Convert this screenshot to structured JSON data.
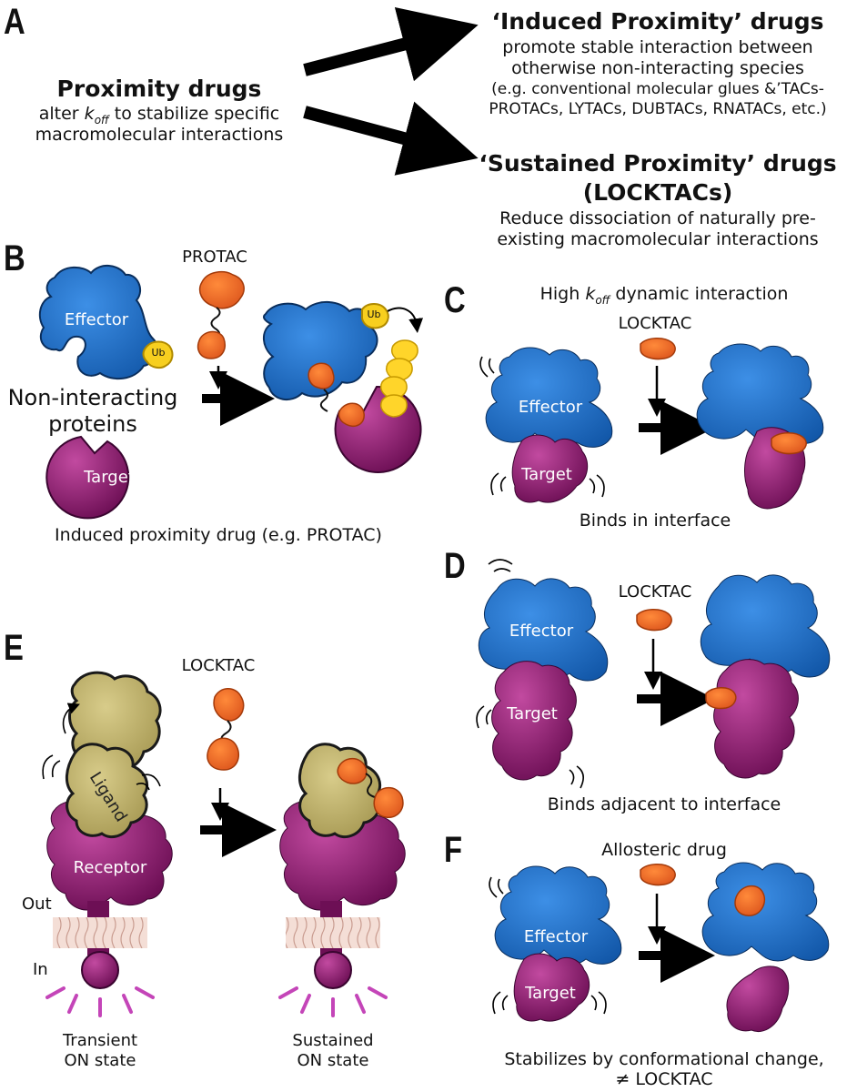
{
  "panels": {
    "a": "A",
    "b": "B",
    "c": "C",
    "d": "D",
    "e": "E",
    "f": "F"
  },
  "panel_a": {
    "left_title": "Proximity drugs",
    "left_sub_1a": "alter ",
    "left_sub_k": "k",
    "left_sub_off": "off",
    "left_sub_1b": " to stabilize specific",
    "left_sub_2": "macromolecular interactions",
    "top_title": "‘Induced Proximity’ drugs",
    "top_sub_1": "promote stable interaction between",
    "top_sub_2": "otherwise non-interacting species",
    "top_sub_3": "(e.g. conventional molecular glues &’TACs-",
    "top_sub_4": "PROTACs, LYTACs, DUBTACs, RNATACs, etc.)",
    "bottom_title_1": "‘Sustained Proximity’ drugs",
    "bottom_title_2": "(LOCKTACs)",
    "bottom_sub_1": "Reduce dissociation of naturally pre-",
    "bottom_sub_2": "existing macromolecular interactions"
  },
  "panel_b": {
    "protac": "PROTAC",
    "effector": "Effector",
    "ub": "Ub",
    "non_interacting_1": "Non-interacting",
    "non_interacting_2": "proteins",
    "target": "Target",
    "caption": "Induced proximity drug (e.g. PROTAC)"
  },
  "panel_c": {
    "title_pre": "High ",
    "title_k": "k",
    "title_off": "off",
    "title_post": " dynamic interaction",
    "locktac": "LOCKTAC",
    "effector": "Effector",
    "target": "Target",
    "caption": "Binds in interface"
  },
  "panel_d": {
    "locktac": "LOCKTAC",
    "effector": "Effector",
    "target": "Target",
    "caption": "Binds adjacent to interface"
  },
  "panel_e": {
    "locktac": "LOCKTAC",
    "ligand": "Ligand",
    "receptor": "Receptor",
    "out": "Out",
    "in": "In",
    "left_state_1": "Transient",
    "left_state_2": "ON state",
    "right_state_1": "Sustained",
    "right_state_2": "ON state"
  },
  "panel_f": {
    "title": "Allosteric drug",
    "effector": "Effector",
    "target": "Target",
    "caption_1": "Stabilizes by conformational change,",
    "caption_2": "≠ LOCKTAC"
  },
  "colors": {
    "effector_blue": "#1e73d2",
    "target_purple": "#8a1a6e",
    "drug_orange": "#f06a1e",
    "ub_yellow": "#f7cf1f",
    "ligand_khaki": "#bdb06a",
    "membrane_pink": "#e8c2b8"
  }
}
